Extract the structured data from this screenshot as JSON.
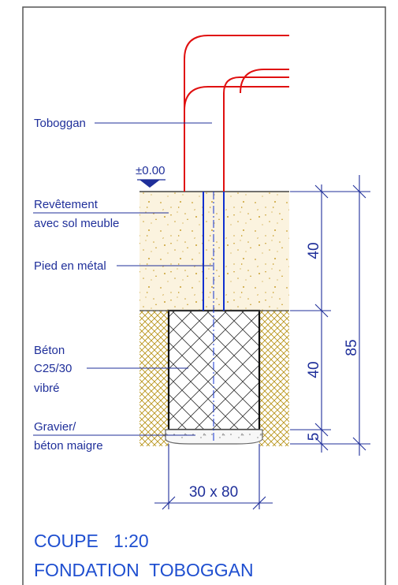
{
  "level_marker": "±0.00",
  "labels": {
    "toboggan": "Toboggan",
    "revetement_line1": "Revêtement",
    "revetement_line2": "avec sol meuble",
    "pied": "Pied en métal",
    "beton_line1": "Béton",
    "beton_line2": "C25/30",
    "beton_line3": "vibré",
    "gravier_line1": "Gravier/",
    "gravier_line2": "béton maigre"
  },
  "dimensions": {
    "soil_depth": "40",
    "concrete_depth": "40",
    "gravel_depth": "5",
    "total_depth": "85",
    "footing_size": "30 x 80"
  },
  "title": {
    "line1": "COUPE   1:20",
    "line2": "FONDATION  TOBOGGAN"
  },
  "colors": {
    "outline": "#1f2f9a",
    "slide_tube": "#e01010",
    "metal_post": "#1030d0",
    "soil_hatch": "#b8941a",
    "soil_fill": "#fbf3df",
    "text": "#1f2f9a",
    "title": "#1f4fd0"
  }
}
